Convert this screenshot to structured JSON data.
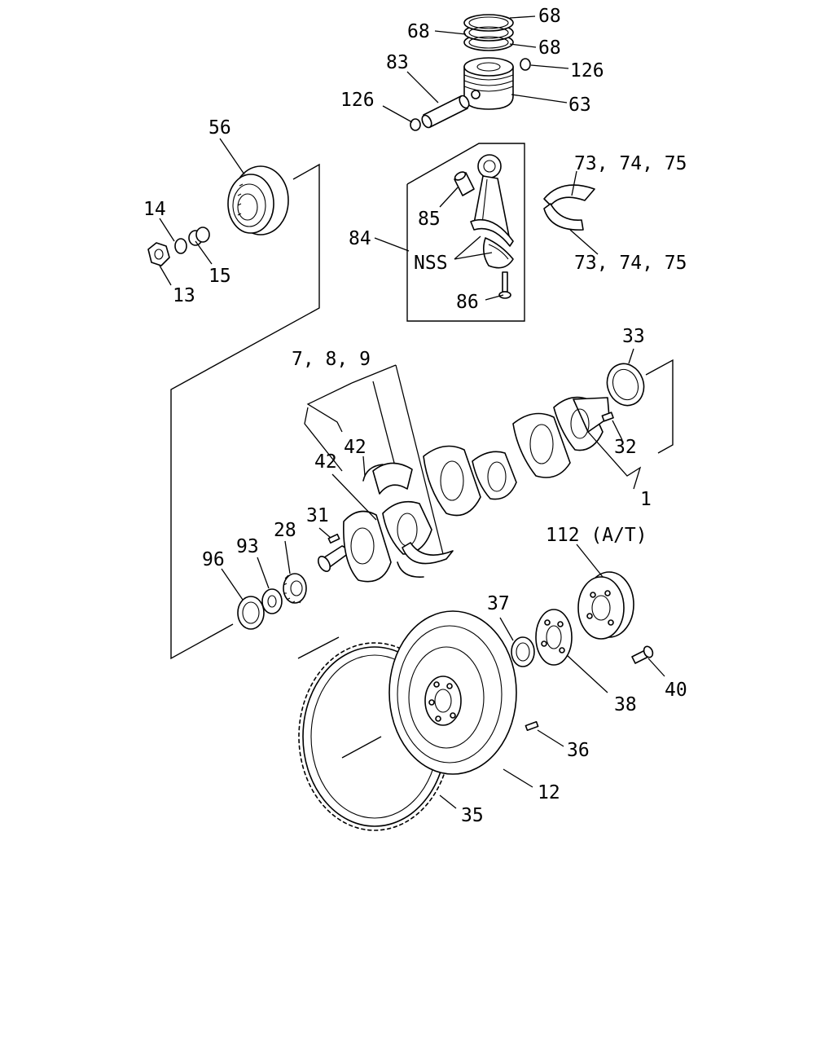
{
  "diagram": {
    "callouts": {
      "c68_top": "68",
      "c68_left": "68",
      "c68_right": "68",
      "c126_right": "126",
      "c83": "83",
      "c126_left": "126",
      "c63": "63",
      "c56": "56",
      "c73_top": "73, 74, 75",
      "c14": "14",
      "c85": "85",
      "c84": "84",
      "c15": "15",
      "c_nss": "NSS",
      "c73_bottom": "73, 74, 75",
      "c13": "13",
      "c86": "86",
      "c33": "33",
      "c789": "7, 8, 9",
      "c42_upper": "42",
      "c32": "32",
      "c42_lower": "42",
      "c1": "1",
      "c31": "31",
      "c112": "112 (A/T)",
      "c28": "28",
      "c93": "93",
      "c96": "96",
      "c37": "37",
      "c40": "40",
      "c38": "38",
      "c36": "36",
      "c12": "12",
      "c35": "35"
    }
  }
}
